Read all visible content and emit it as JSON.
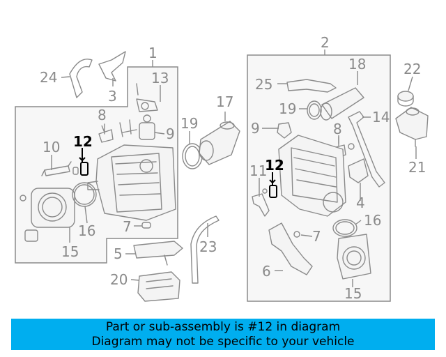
{
  "diagram": {
    "callouts": {
      "c1": "1",
      "c2": "2",
      "c3": "3",
      "c4": "4",
      "c5": "5",
      "c6": "6",
      "c7a": "7",
      "c7b": "7",
      "c8a": "8",
      "c8b": "8",
      "c9a": "9",
      "c9b": "9",
      "c10": "10",
      "c11": "11",
      "c12a": "12",
      "c12b": "12",
      "c13": "13",
      "c14": "14",
      "c15a": "15",
      "c15b": "15",
      "c16a": "16",
      "c16b": "16",
      "c17": "17",
      "c18": "18",
      "c19a": "19",
      "c19b": "19",
      "c20": "20",
      "c21": "21",
      "c22": "22",
      "c23": "23",
      "c24": "24",
      "c25": "25"
    }
  },
  "banner": {
    "line1": "Part or sub-assembly is #12 in diagram",
    "line2": "Diagram may not be specific to your vehicle"
  },
  "colors": {
    "banner_bg": "#00aeef",
    "line_gray": "#8a8a8a",
    "highlight": "#000000"
  }
}
